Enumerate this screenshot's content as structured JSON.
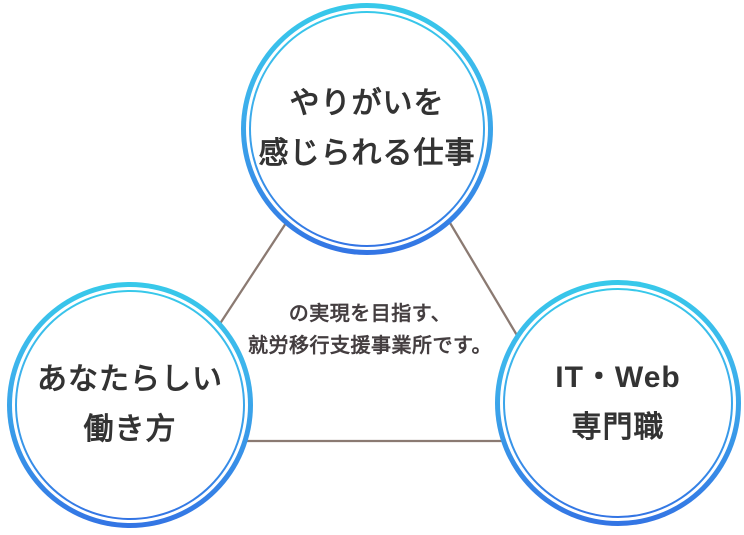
{
  "diagram": {
    "title_semantic": "employment-support-service-concept-diagram",
    "circles": [
      {
        "id": "fulfilling-work",
        "line1": "やりがいを",
        "line2": "感じられる仕事"
      },
      {
        "id": "personal-workstyle",
        "line1": "あなたらしい",
        "line2": "働き方"
      },
      {
        "id": "it-web-professional",
        "line1": "IT・Web",
        "line2": "専門職"
      }
    ],
    "center_caption": {
      "line1": "の実現を目指す、",
      "line2": "就労移行支援事業所です。"
    },
    "colors": {
      "ring_gradient_top": "#37c9ea",
      "ring_gradient_bottom": "#3374e4",
      "connector_line": "#8b7a72",
      "circle_text": "#333333",
      "caption_text": "#443e40",
      "background": "#ffffff"
    }
  }
}
